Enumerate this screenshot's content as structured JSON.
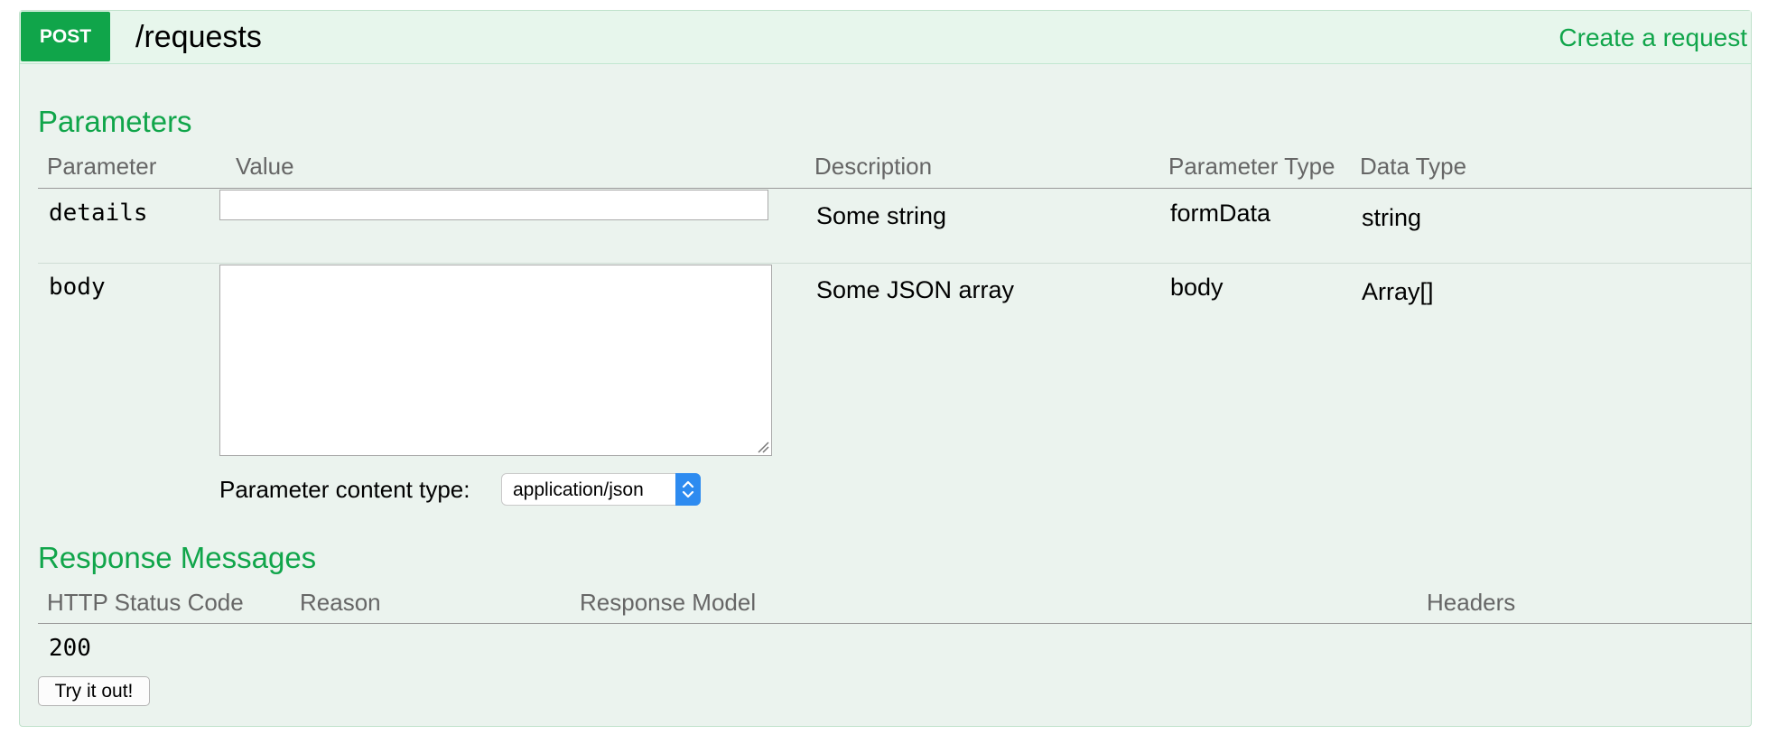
{
  "operation": {
    "method": "POST",
    "path": "/requests",
    "summary": "Create a request"
  },
  "parameters": {
    "title": "Parameters",
    "columns": [
      "Parameter",
      "Value",
      "Description",
      "Parameter Type",
      "Data Type"
    ],
    "rows": [
      {
        "name": "details",
        "value": "",
        "description": "Some string",
        "param_type": "formData",
        "data_type": "string"
      },
      {
        "name": "body",
        "value": "",
        "description": "Some JSON array",
        "param_type": "body",
        "data_type": "Array[]"
      }
    ],
    "content_type_label": "Parameter content type:",
    "content_type_selected": "application/json"
  },
  "responses": {
    "title": "Response Messages",
    "columns": [
      "HTTP Status Code",
      "Reason",
      "Response Model",
      "Headers"
    ],
    "rows": [
      {
        "code": "200"
      }
    ]
  },
  "try_button_label": "Try it out!",
  "colors": {
    "accent": "#10a54a",
    "panel_bg": "#ebf3ee",
    "panel_border": "#bfe1cb",
    "select_arrow": "#2d8bf0"
  },
  "icons": {
    "select_arrows": "up-down-chevron-icon",
    "resize_grip": "resize-grip-icon"
  }
}
